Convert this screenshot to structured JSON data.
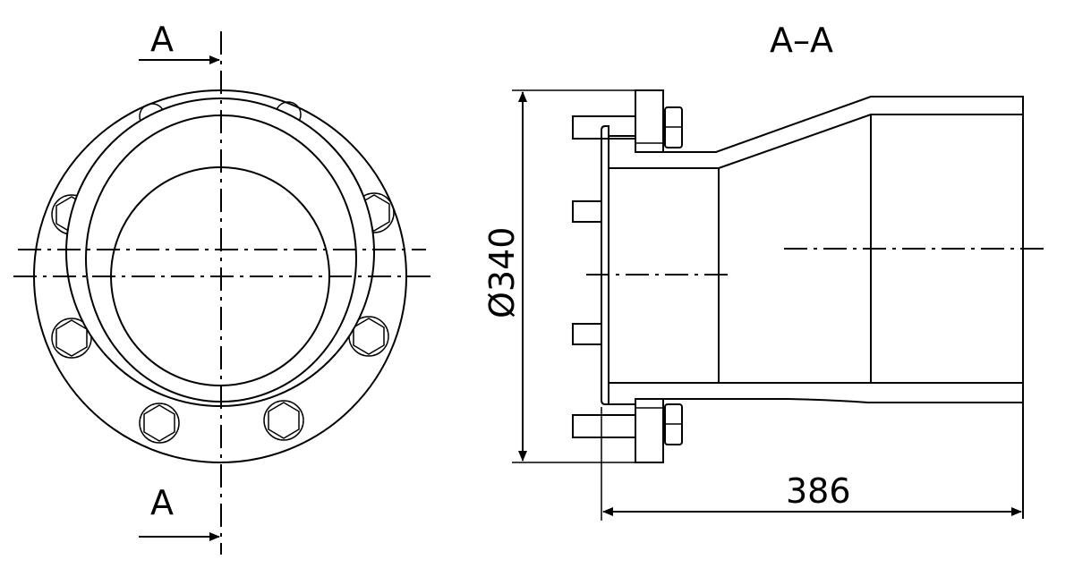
{
  "drawing": {
    "section_marker_top": "A",
    "section_marker_bottom": "A",
    "section_title": "A–A",
    "diameter_dimension": "Ø340",
    "length_dimension": "386"
  },
  "colors": {
    "line": "#000000",
    "background": "#ffffff"
  }
}
